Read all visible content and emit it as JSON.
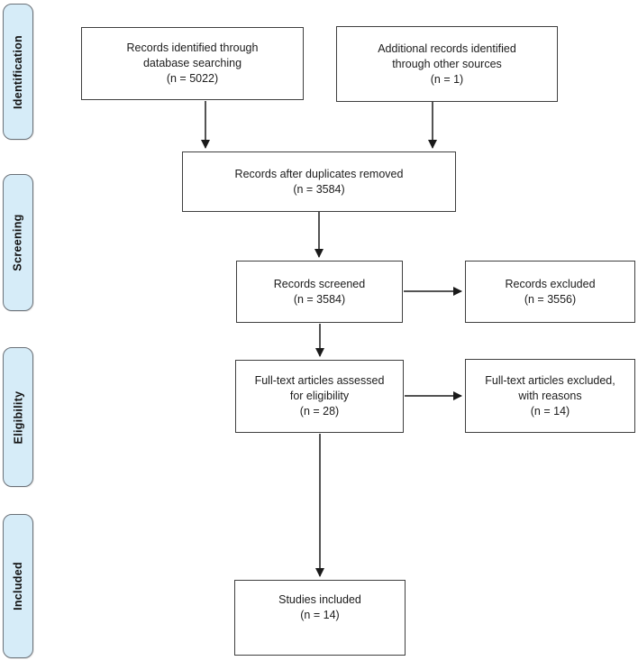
{
  "diagram": {
    "kind": "PRISMA flow diagram",
    "colors": {
      "stage_fill": "#d6ecf8",
      "stage_border": "#6b7178",
      "box_border": "#3f3f3f",
      "arrow": "#1a1a1a"
    },
    "stages": [
      {
        "label": "Identification"
      },
      {
        "label": "Screening"
      },
      {
        "label": "Eligibility"
      },
      {
        "label": "Included"
      }
    ],
    "boxes": {
      "db_search": {
        "text": "Records identified through\ndatabase searching\n(n = 5022)"
      },
      "other_sources": {
        "text": "Additional records identified\nthrough other sources\n(n = 1)"
      },
      "duplicates_removed": {
        "text": "Records after duplicates removed\n(n = 3584)"
      },
      "screened": {
        "text": "Records screened\n(n = 3584)"
      },
      "records_excluded": {
        "text": "Records excluded\n(n = 3556)"
      },
      "fulltext_assessed": {
        "text": "Full-text articles assessed\nfor eligibility\n(n = 28)"
      },
      "fulltext_excluded": {
        "text": "Full-text articles excluded,\nwith reasons\n(n = 14)"
      },
      "studies_included": {
        "text": "Studies included\n(n = 14)"
      }
    }
  }
}
